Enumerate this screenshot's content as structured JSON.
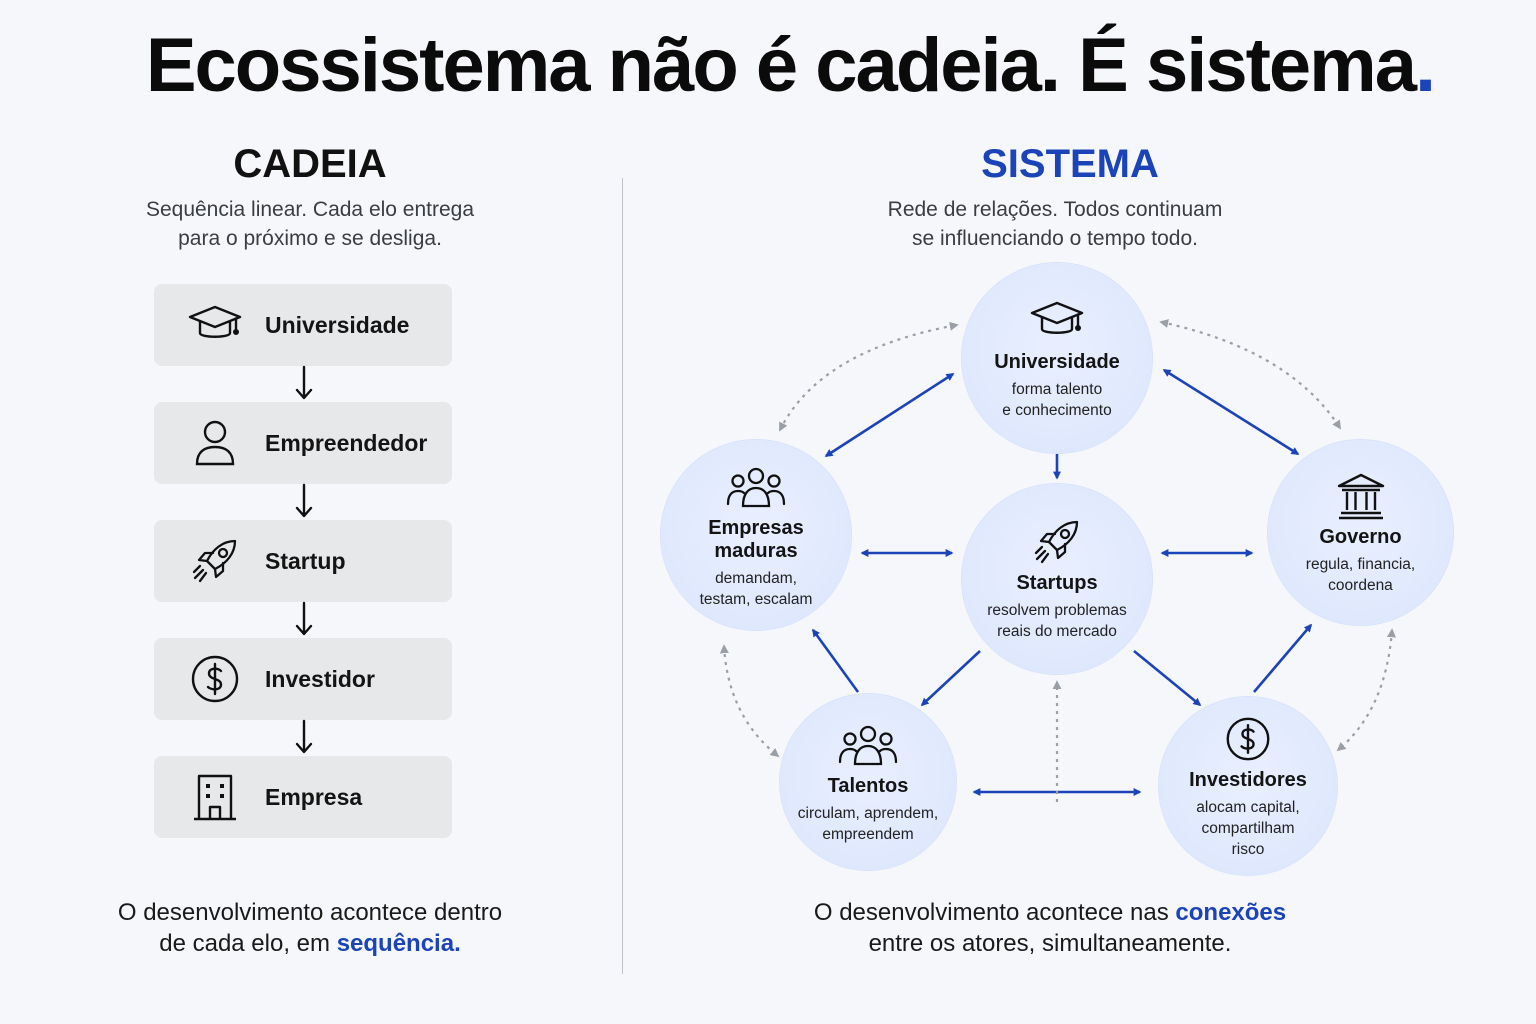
{
  "title": {
    "text": "Ecossistema não é cadeia. É sistema",
    "dot": "."
  },
  "left": {
    "heading": "CADEIA",
    "subtitle": "Sequência linear. Cada elo entrega\npara o próximo e se desliga.",
    "chain": [
      {
        "label": "Universidade",
        "icon": "graduation-cap-icon"
      },
      {
        "label": "Empreendedor",
        "icon": "person-icon"
      },
      {
        "label": "Startup",
        "icon": "rocket-icon"
      },
      {
        "label": "Investidor",
        "icon": "dollar-coin-icon"
      },
      {
        "label": "Empresa",
        "icon": "building-icon"
      }
    ],
    "caption_line1": "O desenvolvimento acontece dentro",
    "caption_line2": "de cada elo, em ",
    "caption_highlight": "sequência."
  },
  "right": {
    "heading": "SISTEMA",
    "subtitle": "Rede de relações. Todos continuam\nse influenciando o tempo todo.",
    "nodes": {
      "universidade": {
        "title": "Universidade",
        "desc": "forma talento\ne conhecimento",
        "icon": "graduation-cap-icon"
      },
      "empresas": {
        "title": "Empresas\nmaduras",
        "desc": "demandam,\ntestam, escalam",
        "icon": "people-group-icon"
      },
      "startups": {
        "title": "Startups",
        "desc": "resolvem problemas\nreais do mercado",
        "icon": "rocket-icon"
      },
      "governo": {
        "title": "Governo",
        "desc": "regula, financia,\ncoordena",
        "icon": "government-building-icon"
      },
      "talentos": {
        "title": "Talentos",
        "desc": "circulam, aprendem,\nempreendem",
        "icon": "people-group-icon"
      },
      "investidores": {
        "title": "Investidores",
        "desc": "alocam capital,\ncompartilham\nrisco",
        "icon": "dollar-coin-icon"
      }
    },
    "caption_line1": "O desenvolvimento acontece nas ",
    "caption_highlight": "conexões",
    "caption_line2": "entre os atores, simultaneamente."
  },
  "colors": {
    "accent": "#1b44b8",
    "dotted": "#9a9ea5",
    "box": "#e7e8ea",
    "node": "#dfe8fd"
  }
}
